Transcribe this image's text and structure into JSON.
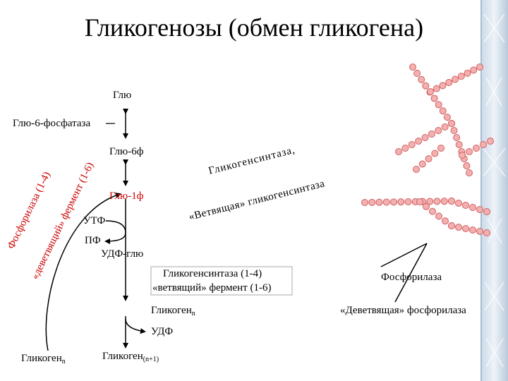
{
  "title": "Гликогенозы (обмен гликогена)",
  "labels": {
    "glu": "Глю",
    "glu6phosphatase": "Глю-6-фосфатаза",
    "glu6p": "Глю-6ф",
    "glu1p": "Глю-1ф",
    "utp": "УТФ",
    "ppi": "ПФ",
    "udpglu": "УДФ-глю",
    "synthase_box_line1": "Гликогенсинтаза (1-4)",
    "synthase_box_line2": "«ветвящий» фермент (1-6)",
    "glycogen_n_center": "Гликоген",
    "glycogen_n_center_sub": "n",
    "udp": "УДФ",
    "glycogen_n_left": "Гликоген",
    "glycogen_n_left_sub": "n",
    "glycogen_n1": "Гликоген",
    "glycogen_n1_sub": "(n+1)",
    "rot_phos_line1": "Фосфорилаза (1-4)",
    "rot_phos_line2": "«деветвящий» фермент (1-6)",
    "diag_synthase": "Гликогенсинтаза,",
    "diag_branching": "«Ветвящая» гликогенсинтаза",
    "phosphorylase": "Фосфорилаза",
    "debranching_phosphorylase": "«Деветвящая» фосфорилаза"
  },
  "colors": {
    "text": "#000000",
    "accent": "#cc0000",
    "beads": "#f0a0a0",
    "beads_stroke": "#d07070"
  }
}
